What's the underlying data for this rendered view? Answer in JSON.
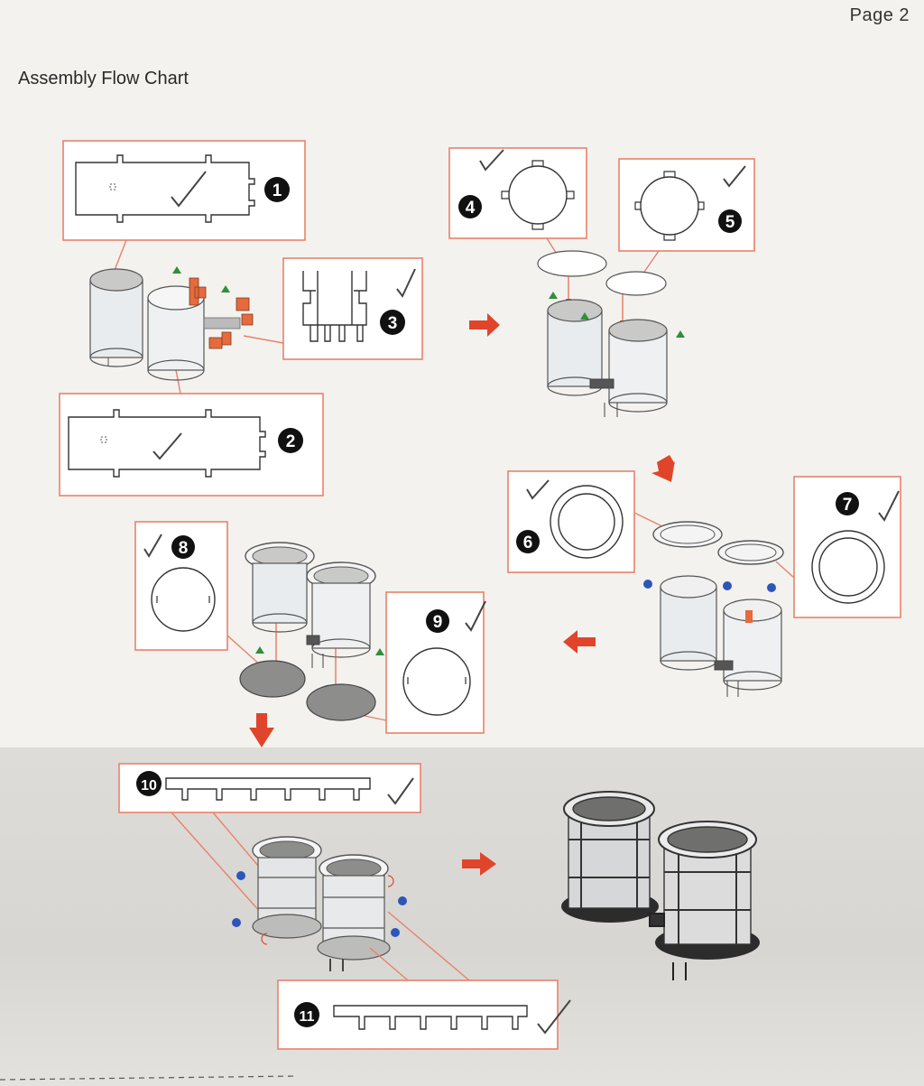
{
  "page_label": "Page 2",
  "title": "Assembly Flow Chart",
  "steps": [
    {
      "number": "1"
    },
    {
      "number": "2"
    },
    {
      "number": "3"
    },
    {
      "number": "4"
    },
    {
      "number": "5"
    },
    {
      "number": "6"
    },
    {
      "number": "7"
    },
    {
      "number": "8"
    },
    {
      "number": "9"
    },
    {
      "number": "10"
    },
    {
      "number": "11"
    }
  ],
  "colors": {
    "callout_border": "#e8826a",
    "arrow": "#e0452b",
    "part_orange": "#e66a3c",
    "triangle_marker": "#2f8f3a",
    "dot_marker": "#2e56b8",
    "dark_disc": "#8d8d8b"
  },
  "icons": [
    "check-mark-icon",
    "flow-arrow-icon",
    "triangle-marker-icon",
    "dot-marker-icon"
  ]
}
